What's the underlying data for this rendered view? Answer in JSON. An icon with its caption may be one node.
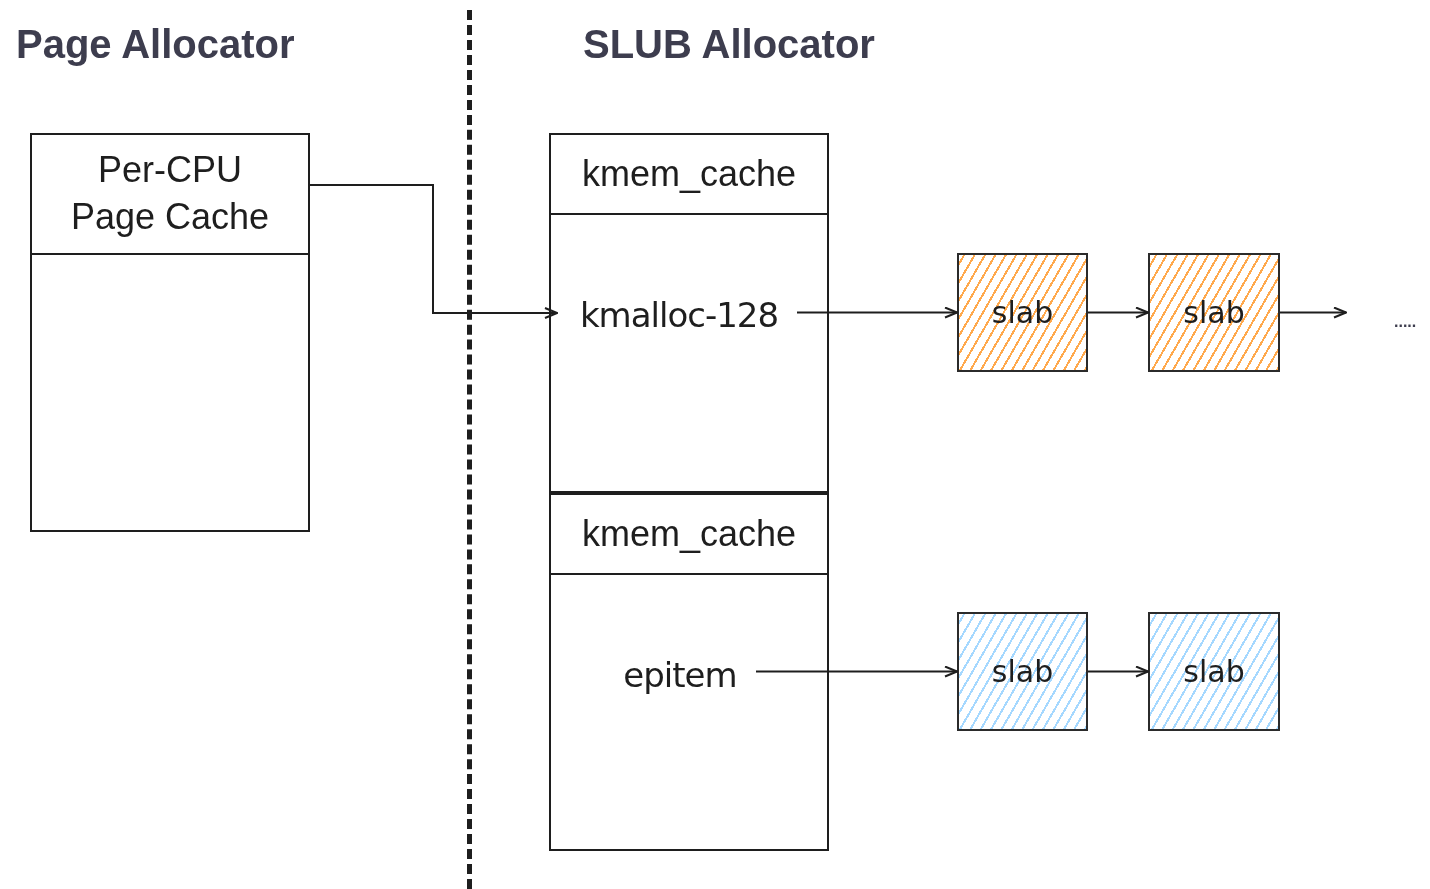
{
  "diagram": {
    "nodes": [
      {
        "text": [
          "Per-CPU Page Cache"
        ]
      },
      {
        "text": [
          "kmem_cache"
        ]
      },
      {
        "text": [
          "kmalloc-128"
        ],
        "in": 1
      },
      {
        "text": [
          "kmem_cache"
        ]
      },
      {
        "text": [
          "epitem"
        ],
        "in": 3
      },
      {
        "text": [
          "slab"
        ]
      },
      {
        "text": [
          "slab"
        ]
      },
      {
        "text": [
          "slab"
        ]
      },
      {
        "text": [
          "slab"
        ]
      },
      {
        "text": [
          "....."
        ]
      }
    ],
    "edges": [
      {
        "from": 0,
        "to": 2,
        "arrow": "to"
      },
      {
        "from": 2,
        "to": 5,
        "arrow": "to"
      },
      {
        "from": 5,
        "to": 6,
        "arrow": "to"
      },
      {
        "from": 6,
        "to": 9,
        "arrow": "to"
      },
      {
        "from": 4,
        "to": 7,
        "arrow": "to"
      },
      {
        "from": 7,
        "to": 8,
        "arrow": "to"
      }
    ],
    "labels": [
      "Page Allocator",
      "SLUB Allocator"
    ]
  }
}
